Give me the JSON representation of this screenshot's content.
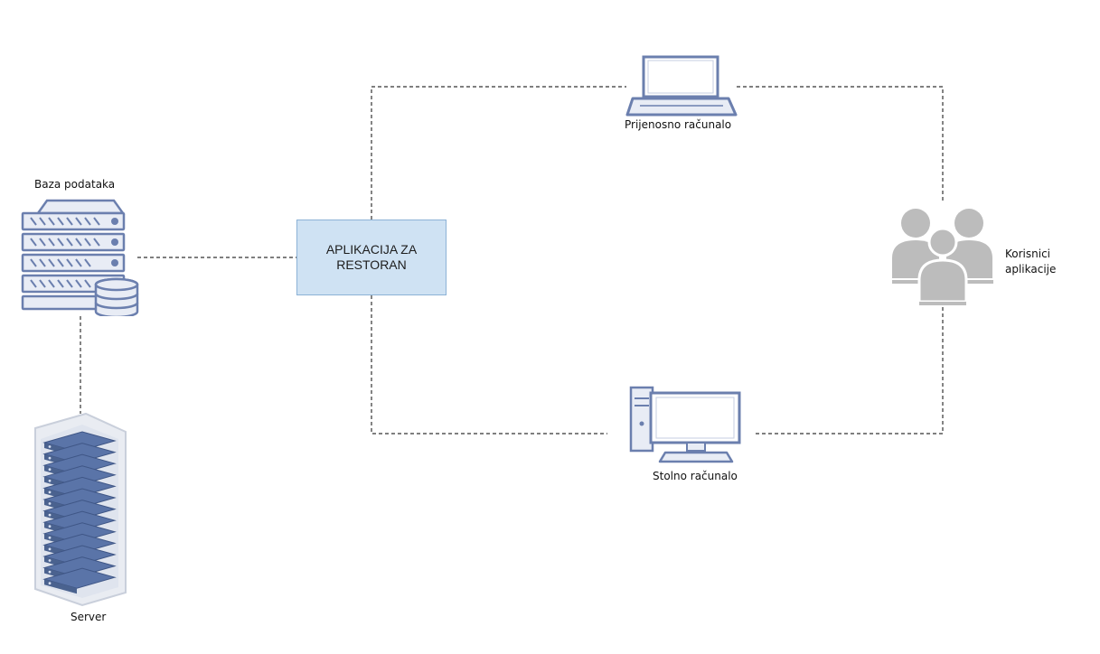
{
  "nodes": {
    "database": {
      "label": "Baza podataka",
      "icon": "database-server-icon"
    },
    "server": {
      "label": "Server",
      "icon": "server-rack-icon"
    },
    "app": {
      "label": "APLIKACIJA ZA\nRESTORAN"
    },
    "laptop": {
      "label": "Prijenosno računalo",
      "icon": "laptop-icon"
    },
    "desktop": {
      "label": "Stolno računalo",
      "icon": "desktop-computer-icon"
    },
    "users": {
      "label_line1": "Korisnici",
      "label_line2": "aplikacije",
      "icon": "users-group-icon"
    }
  },
  "colors": {
    "icon_stroke": "#6b7fae",
    "icon_fill": "#e8ecf5",
    "server_blue": "#5a74a8",
    "users_gray": "#bcbcbc",
    "app_fill": "#cfe2f3",
    "app_border": "#8cb2d6",
    "connector": "#333333"
  }
}
